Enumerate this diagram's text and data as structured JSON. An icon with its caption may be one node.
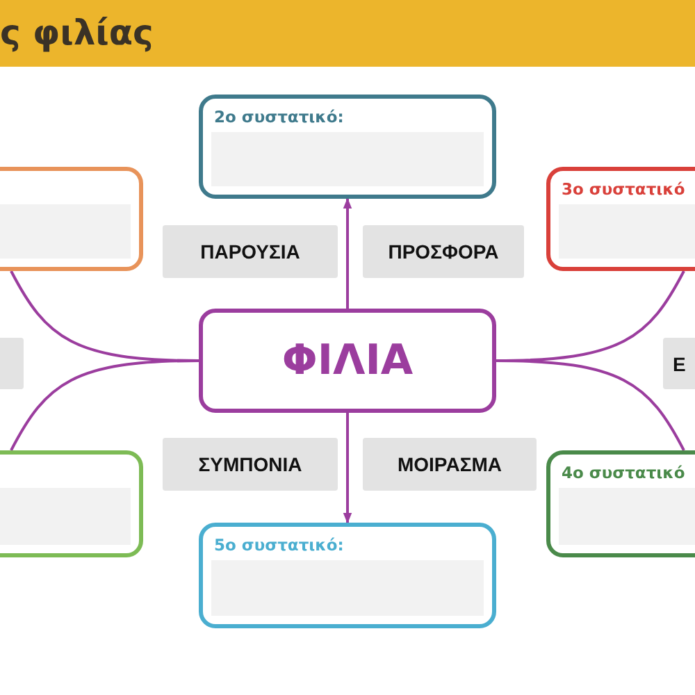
{
  "diagram": {
    "title": "ς φιλίας",
    "nodes": [
      {
        "text": [],
        "shape": "box"
      },
      {
        "text": [
          "2ο συστατικό:"
        ]
      },
      {
        "text": [
          "3ο συστατικό"
        ]
      },
      {
        "text": [
          "ΠΑΡΟΥΣΙΑ"
        ]
      },
      {
        "text": [
          "ΠΡΟΣΦΟΡΑ"
        ]
      },
      {
        "text": [],
        "shape": "box"
      },
      {
        "text": [
          "ΦΙΛΙΑ"
        ]
      },
      {
        "text": [
          "Ε"
        ]
      },
      {
        "text": [
          "ΣΥΜΠΟΝΙΑ"
        ]
      },
      {
        "text": [
          "ΜΟΙΡΑΣΜΑ"
        ]
      },
      {
        "text": [],
        "shape": "box"
      },
      {
        "text": [
          "4ο συστατικό"
        ]
      },
      {
        "text": [
          "5ο συστατικό:"
        ]
      }
    ],
    "edges": [
      {
        "from": 6,
        "to": 1,
        "arrow": "to"
      },
      {
        "from": 6,
        "to": 12,
        "arrow": "to"
      },
      {
        "from": 6,
        "to": 0,
        "arrow": "none"
      },
      {
        "from": 6,
        "to": 10,
        "arrow": "none"
      },
      {
        "from": 6,
        "to": 2,
        "arrow": "none"
      },
      {
        "from": 6,
        "to": 11,
        "arrow": "none"
      }
    ]
  }
}
